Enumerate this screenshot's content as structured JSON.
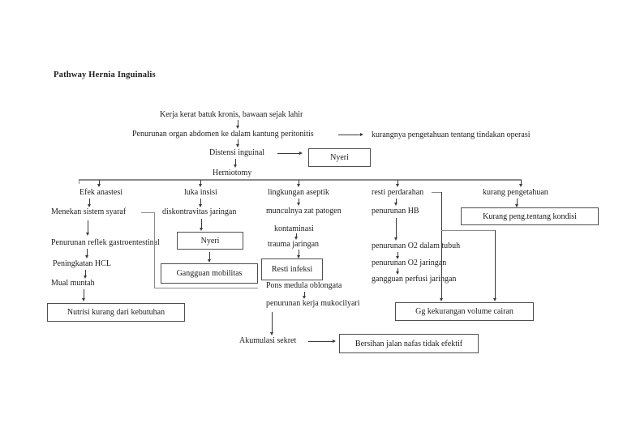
{
  "colors": {
    "background": "#ffffff",
    "line": "#8b8b8b",
    "arrow": "#3a3a3a",
    "box_border": "#4f4f4f",
    "text": "#1c1c1c"
  },
  "title": "Pathway Hernia Inguinalis",
  "nodes": {
    "kerja": "Kerja kerat batuk kronis, bawaan sejak lahir",
    "penurunan_organ": "Penurunan organ abdomen ke dalam kantung peritonitis",
    "kurangnya_pengetahuan": "kurangnya pengetahuan tentang tindakan operasi",
    "distensi": "Distensi inguinal",
    "nyeri1": "Nyeri",
    "herniotomy": "Herniotomy",
    "efek_anastesi": "Efek anastesi",
    "menekan": "Menekan sistem syaraf",
    "reflek": "Penurunan reflek gastroentestinal",
    "hcl": "Peningkatan HCL",
    "mual": "Mual muntah",
    "nutrisi": "Nutrisi kurang dari kebutuhan",
    "luka": "luka insisi",
    "diskontravitas": "diskontravitas jaringan",
    "nyeri2": "Nyeri",
    "gangguan_mobilitas": "Gangguan mobilitas",
    "lingkungan": "lingkungan aseptik",
    "munculnya": "munculnya zat patogen",
    "kontaminasi": "kontaminasi",
    "trauma": "trauma jaringan",
    "resti_infeksi": "Resti infeksi",
    "pons": "Pons medula oblongata",
    "mukocilyari": "penurunan kerja mukocilyari",
    "akumulasi": "Akumulasi sekret",
    "bersihan": "Bersihan jalan nafas tidak efektif",
    "resti_perdarahan": "resti perdarahan",
    "hb": "penurunan HB",
    "o2_tubuh": "penurunan O2 dalam tubuh",
    "o2_jaringan": "penurunan O2 jaringan",
    "perfusi": "gangguan perfusi jaringan",
    "gg_volume": "Gg kekurangan volume cairan",
    "kurang_pengetahuan": "kurang pengetahuan",
    "kurang_peng_kondisi": "Kurang peng.tentang kondisi"
  }
}
